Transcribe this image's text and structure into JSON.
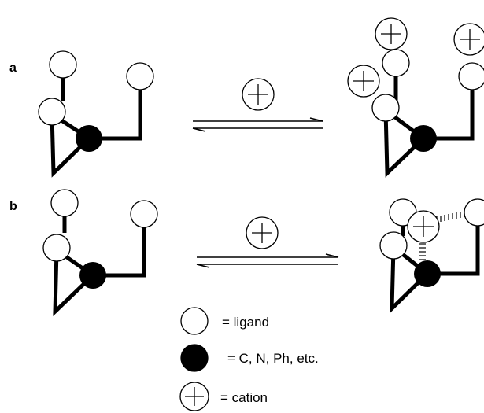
{
  "panels": [
    {
      "label": "a"
    },
    {
      "label": "b"
    }
  ],
  "legend": {
    "ligand": "= ligand",
    "center": "= C, N, Ph, etc.",
    "cation": "= cation"
  },
  "colors": {
    "stroke": "#000000",
    "ligand_fill": "#ffffff",
    "center_fill": "#000000"
  }
}
